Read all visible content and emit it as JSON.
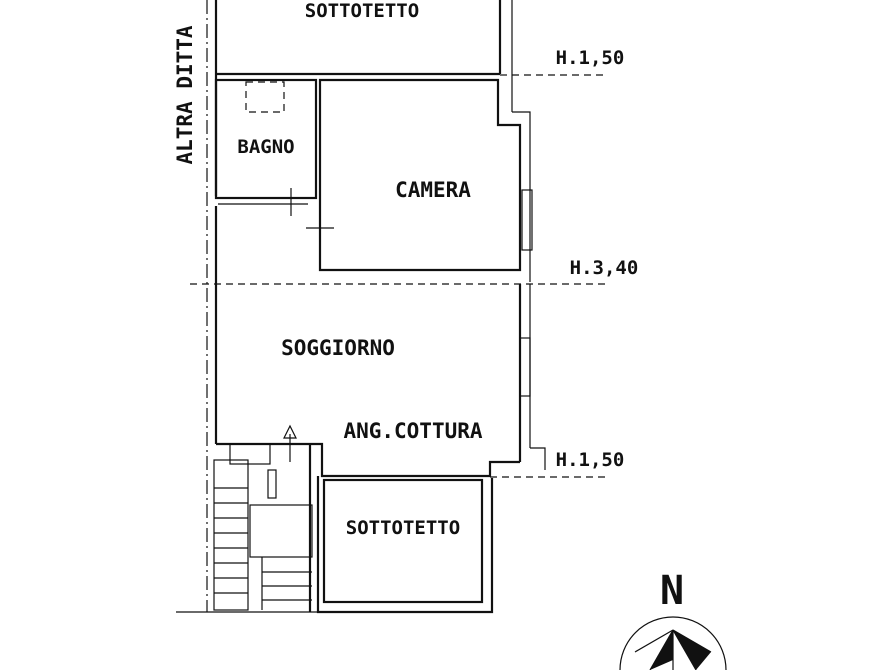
{
  "rooms": {
    "sottotetto_top": "SOTTOTETTO",
    "bagno": "BAGNO",
    "camera": "CAMERA",
    "soggiorno": "SOGGIORNO",
    "ang_cottura": "ANG.COTTURA",
    "sottotetto_bottom": "SOTTOTETTO"
  },
  "neighbor": "ALTRA DITTA",
  "heights": {
    "top": "H.1,50",
    "middle": "H.3,40",
    "bottom": "H.1,50"
  },
  "compass": {
    "label": "N",
    "icon": "compass-rose-icon"
  }
}
